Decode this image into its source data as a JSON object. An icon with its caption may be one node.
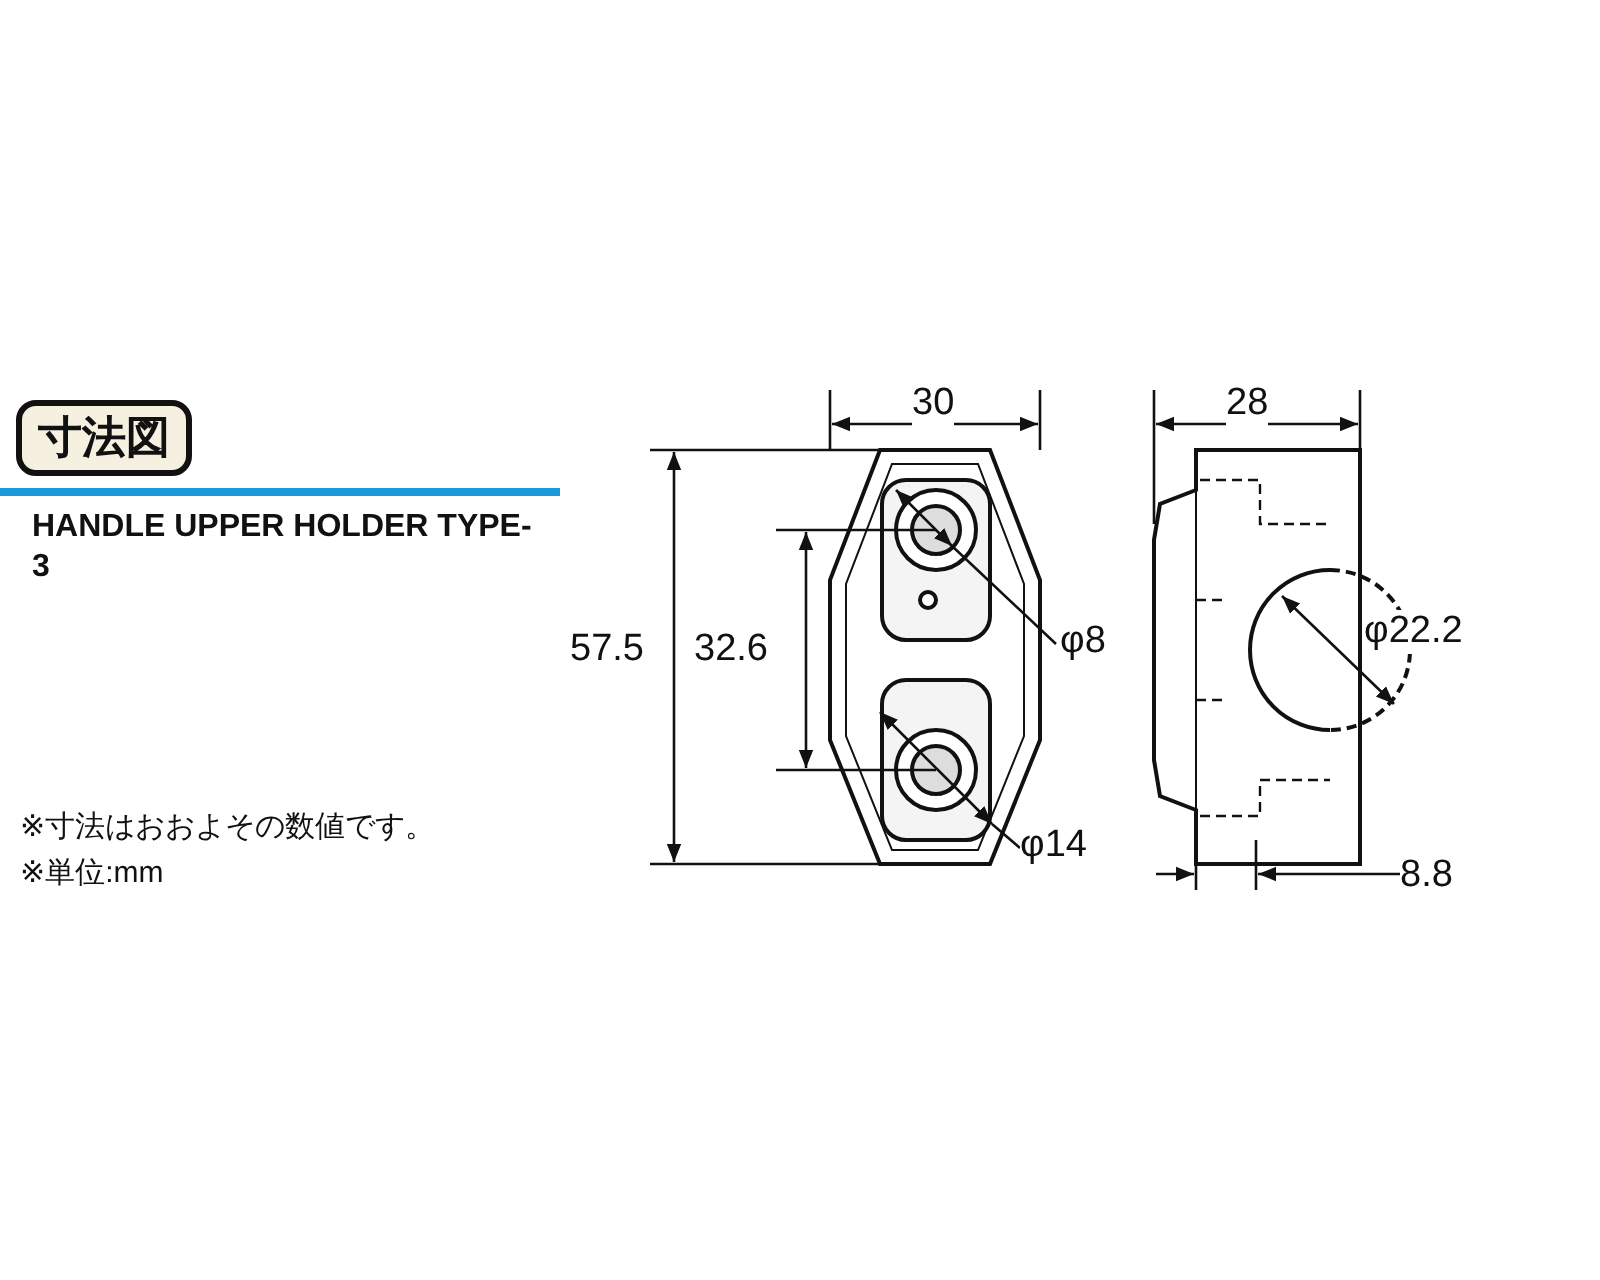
{
  "diagram": {
    "title": "寸法図",
    "labels": [
      "HANDLE UPPER HOLDER TYPE-3",
      "30",
      "28",
      "57.5",
      "32.6",
      "φ8",
      "φ22.2",
      "φ14",
      "8.8",
      "※寸法はおおよその数値です。",
      "※単位:mm"
    ]
  }
}
